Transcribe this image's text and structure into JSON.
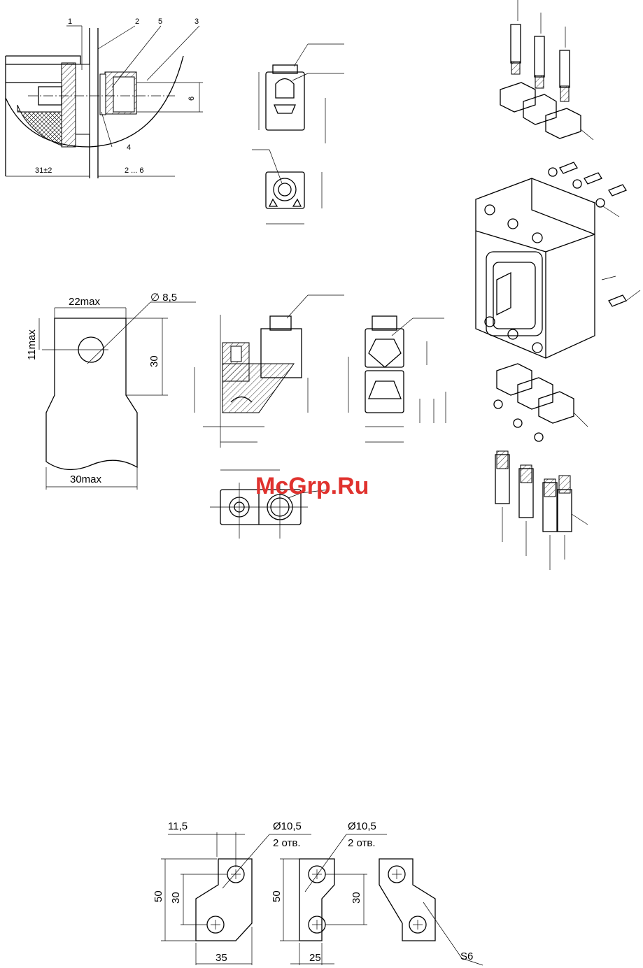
{
  "watermark": "McGrp.Ru",
  "fig_connection": {
    "callouts": [
      "1",
      "2",
      "5",
      "3",
      "4"
    ],
    "dim_length": "31±2",
    "dim_range": "2 ... 6",
    "dim_height": "6"
  },
  "fig_lug": {
    "width": "22max",
    "offset": "11max",
    "hole": "∅ 8,5",
    "height": "30",
    "base_width": "30max"
  },
  "fig_busbars": {
    "dim_offset": "11,5",
    "hole_a": "Ø10,5",
    "holes_a": "2 отв.",
    "hole_b": "Ø10,5",
    "holes_b": "2 отв.",
    "height_a": "50",
    "pitch_a": "30",
    "width_a": "35",
    "height_b": "50",
    "pitch_b": "30",
    "width_b": "25",
    "thickness": "S6"
  }
}
